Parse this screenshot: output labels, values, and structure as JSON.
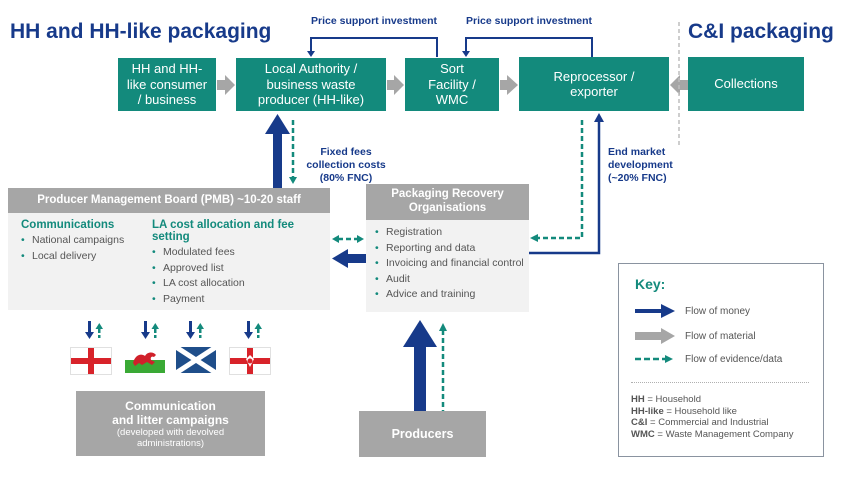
{
  "titles": {
    "left": "HH and HH-like packaging",
    "right": "C&I packaging"
  },
  "flow_boxes": [
    {
      "id": "consumer",
      "label": "HH and HH-like consumer / business"
    },
    {
      "id": "local_authority",
      "label": "Local Authority / business waste producer (HH-like)"
    },
    {
      "id": "sort_facility",
      "label": "Sort Facility / WMC"
    },
    {
      "id": "reprocessor",
      "label": "Reprocessor / exporter"
    },
    {
      "id": "collections",
      "label": "Collections"
    }
  ],
  "flow_labels": {
    "price_support_1": "Price support investment",
    "price_support_2": "Price support investment",
    "fixed_fees": [
      "Fixed fees",
      "collection costs",
      "(80% FNC)"
    ],
    "end_market": [
      "End market",
      "development",
      "(~20% FNC)"
    ]
  },
  "pmb": {
    "title": "Producer Management Board (PMB) ~10-20 staff",
    "communications": {
      "heading": "Communications",
      "items": [
        "National campaigns",
        "Local delivery"
      ]
    },
    "la_cost": {
      "heading": "LA cost allocation and fee setting",
      "items": [
        "Modulated fees",
        "Approved list",
        "LA cost allocation",
        "Payment"
      ]
    }
  },
  "pro": {
    "title": [
      "Packaging Recovery",
      "Organisations"
    ],
    "items": [
      "Registration",
      "Reporting and data",
      "Invoicing and financial control",
      "Audit",
      "Advice and training"
    ]
  },
  "nations": [
    {
      "name": "England",
      "flag": "england-flag"
    },
    {
      "name": "Wales",
      "flag": "wales-flag"
    },
    {
      "name": "Scotland",
      "flag": "scotland-flag"
    },
    {
      "name": "Northern Ireland",
      "flag": "northern-ireland-flag"
    }
  ],
  "campaigns": {
    "line1": "Communication",
    "line2": "and litter campaigns",
    "line3": "(developed with devolved",
    "line4": "administrations)"
  },
  "producers": {
    "label": "Producers"
  },
  "key": {
    "title": "Key:",
    "items": [
      {
        "icon": "money-arrow-icon",
        "label": "Flow of money"
      },
      {
        "icon": "material-arrow-icon",
        "label": "Flow of material"
      },
      {
        "icon": "evidence-arrow-icon",
        "label": "Flow of evidence/data"
      }
    ],
    "abbreviations": [
      {
        "abbr": "HH",
        "meaning": "= Household"
      },
      {
        "abbr": "HH-like",
        "meaning": "= Household like"
      },
      {
        "abbr": "C&I",
        "meaning": "= Commercial and Industrial"
      },
      {
        "abbr": "WMC",
        "meaning": "= Waste Management Company"
      }
    ]
  },
  "colors": {
    "teal": "#138a7c",
    "navy": "#173a8a",
    "gray": "#a6a6a6",
    "panel": "#f2f2f2"
  }
}
